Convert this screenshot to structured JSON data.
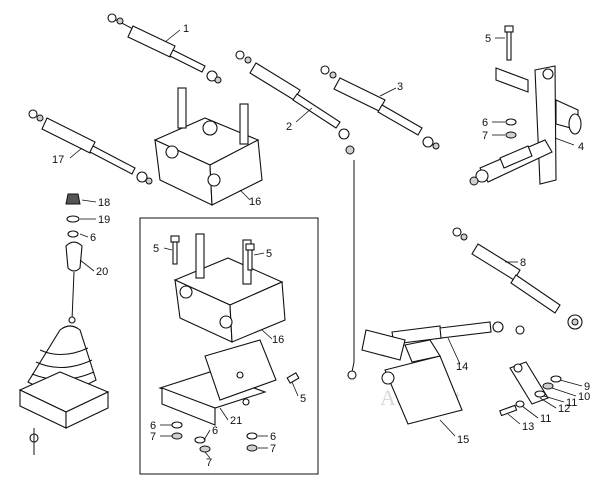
{
  "watermark": "AutoSoft",
  "labels": {
    "l1": "1",
    "l2": "2",
    "l3": "3",
    "l4": "4",
    "l5a": "5",
    "l5b": "5",
    "l5c": "5",
    "l5d": "5",
    "l6a": "6",
    "l6b": "6",
    "l6c": "6",
    "l6d": "6",
    "l6e": "6",
    "l7a": "7",
    "l7b": "7",
    "l7c": "7",
    "l7d": "7",
    "l8": "8",
    "l9": "9",
    "l10": "10",
    "l11a": "11",
    "l11b": "11",
    "l12": "12",
    "l13": "13",
    "l14": "14",
    "l15": "15",
    "l16a": "16",
    "l16b": "16",
    "l17": "17",
    "l18": "18",
    "l19": "19",
    "l20": "20",
    "l21": "21"
  }
}
